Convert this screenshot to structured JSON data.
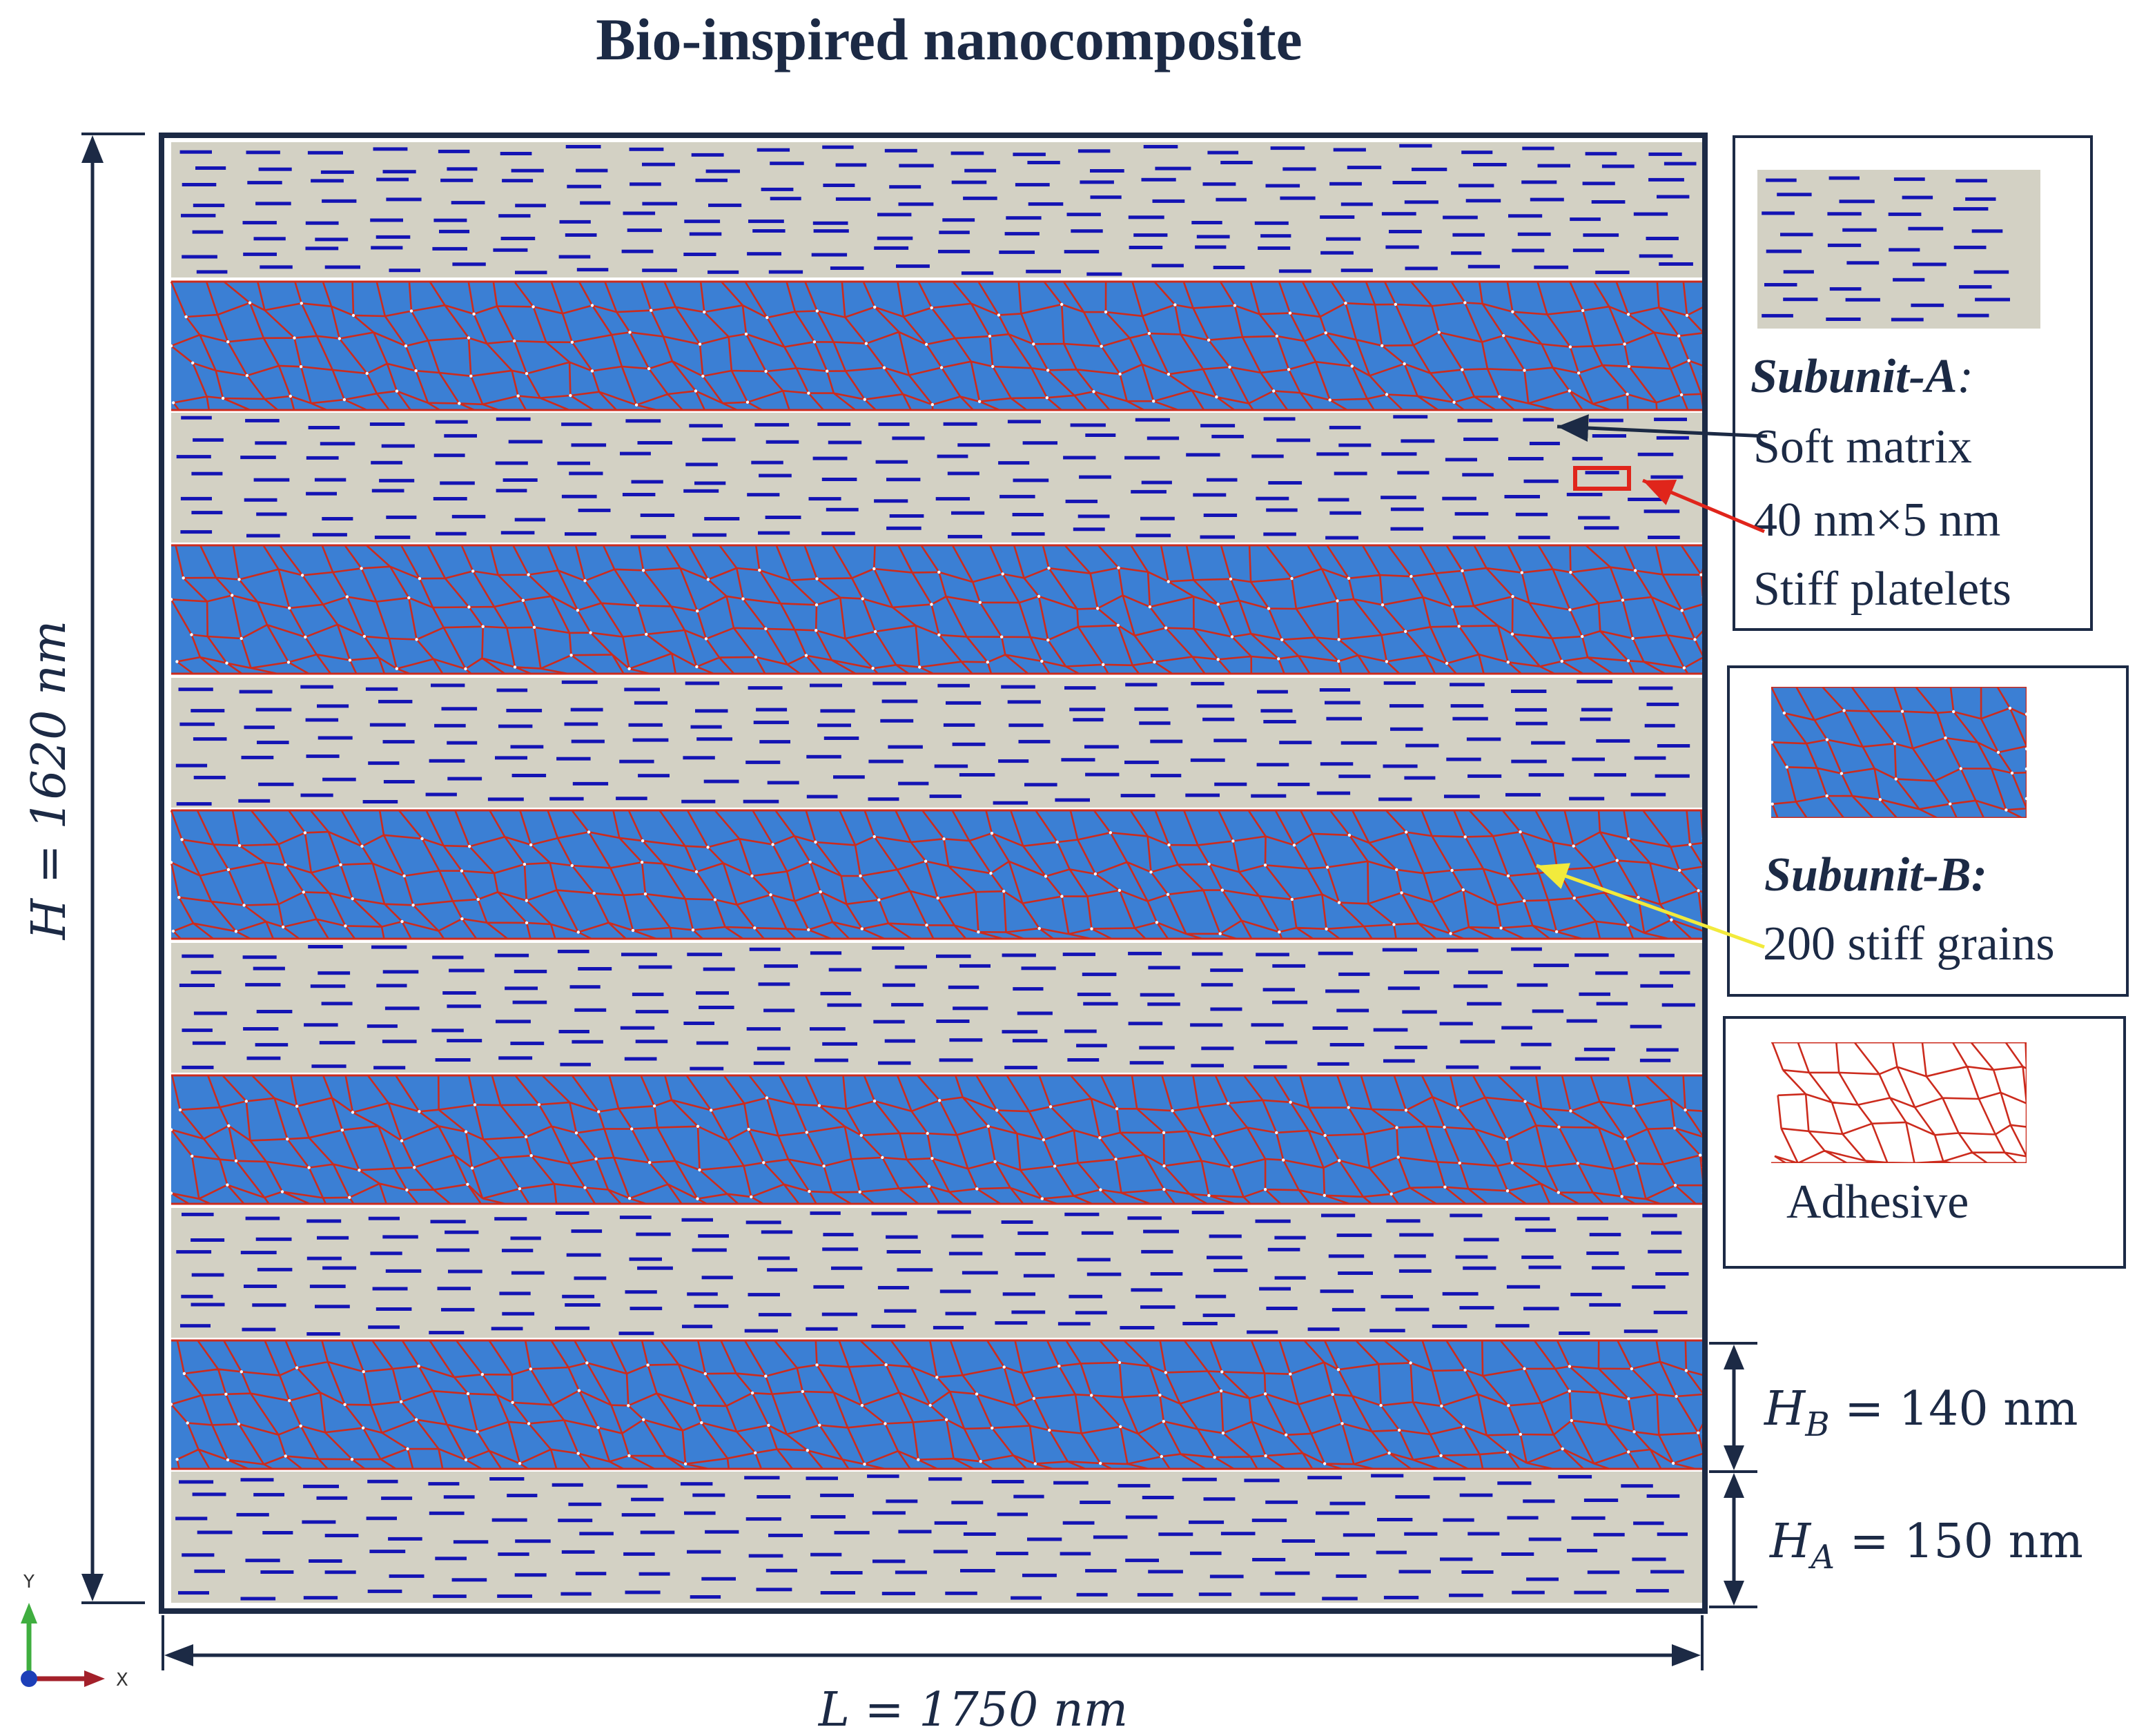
{
  "title": "Bio-inspired nanocomposite",
  "dimensions": {
    "height_label": "H = 1620 nm",
    "width_label": "L = 1750 nm",
    "hb_label": "H",
    "hb_sub": "B",
    "hb_value": " = 140 nm",
    "ha_label": "H",
    "ha_sub": "A",
    "ha_value": " = 150 nm"
  },
  "legend": {
    "subunit_a": {
      "name": "Subunit-A",
      "suffix": ":",
      "line1": "Soft matrix",
      "line2": "40 nm×5 nm",
      "line3": "Stiff platelets"
    },
    "subunit_b": {
      "name": "Subunit-B:",
      "line1": "200 stiff grains"
    },
    "adhesive": {
      "name": "Adhesive"
    }
  },
  "axes": {
    "x": "X",
    "y": "Y"
  },
  "colors": {
    "matrix": "#d3d1c4",
    "platelet": "#1414b4",
    "grain": "#3b7fd4",
    "adhesive": "#cc2b1d",
    "frame": "#1c2a45",
    "arrow_a": "#1c2a45",
    "arrow_platelet": "#e0251b",
    "arrow_b": "#f2ea3c"
  },
  "structure": {
    "layer_sequence": [
      "A",
      "B",
      "A",
      "B",
      "A",
      "B",
      "A",
      "B",
      "A",
      "B",
      "A"
    ]
  }
}
